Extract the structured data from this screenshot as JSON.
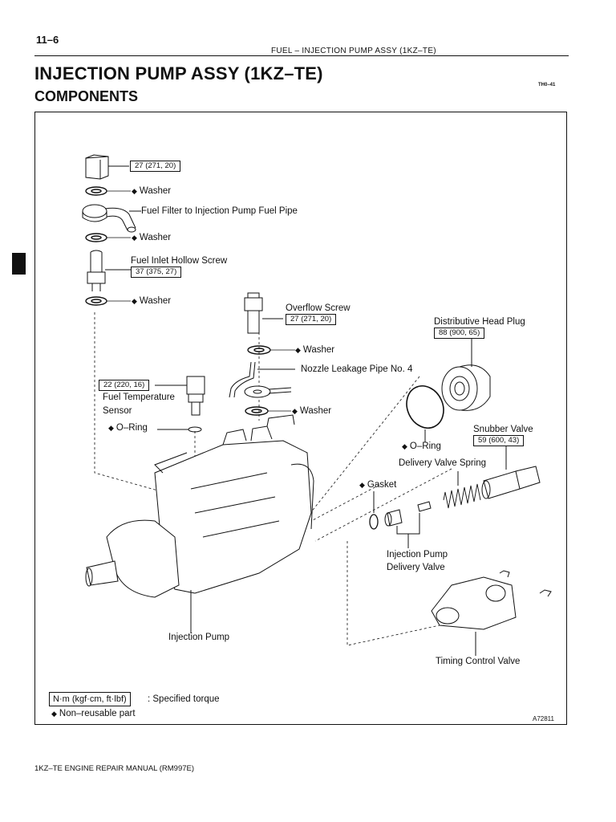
{
  "header": {
    "page_number": "11–6",
    "running_head": "FUEL   –   INJECTION PUMP ASSY (1KZ–TE)",
    "title": "INJECTION PUMP ASSY (1KZ–TE)",
    "subtitle": "COMPONENTS",
    "code": "TH0–41"
  },
  "labels": {
    "torque_top": "27 (271, 20)",
    "washer1": "Washer",
    "fuel_pipe": "Fuel Filter to Injection Pump Fuel Pipe",
    "washer2": "Washer",
    "inlet_screw": "Fuel Inlet Hollow Screw",
    "torque_inlet": "37 (375, 27)",
    "washer3": "Washer",
    "overflow_screw": "Overflow Screw",
    "torque_overflow": "27 (271, 20)",
    "dist_head_plug": "Distributive Head Plug",
    "torque_dist": "88 (900, 65)",
    "washer4": "Washer",
    "leakage_pipe": "Nozzle Leakage Pipe No. 4",
    "torque_sensor": "22 (220, 16)",
    "temp_sensor_1": "Fuel Temperature",
    "temp_sensor_2": "Sensor",
    "washer5": "Washer",
    "oring1": "O–Ring",
    "snubber_valve": "Snubber Valve",
    "torque_snubber": "59 (600, 43)",
    "oring2": "O–Ring",
    "delivery_spring": "Delivery Valve Spring",
    "gasket": "Gasket",
    "delivery_valve_1": "Injection Pump",
    "delivery_valve_2": "Delivery Valve",
    "injection_pump": "Injection Pump",
    "timing_valve": "Timing Control Valve"
  },
  "legend": {
    "torque_unit": "N·m (kgf·cm, ft·lbf)",
    "torque_desc": ": Specified torque",
    "nonreusable": "Non–reusable part"
  },
  "figure_code": "A72811",
  "footer": "1KZ–TE ENGINE REPAIR MANUAL   (RM997E)"
}
